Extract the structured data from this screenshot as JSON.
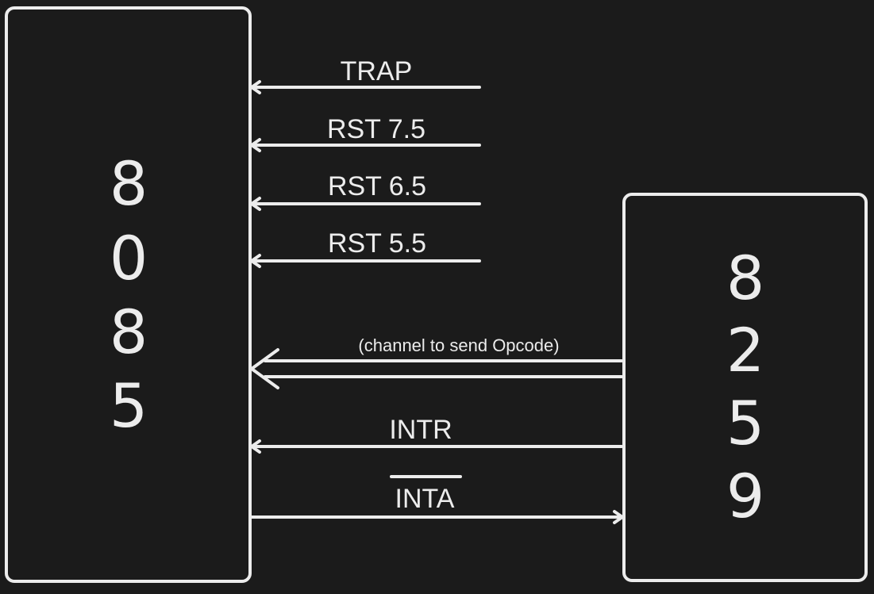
{
  "cpu": {
    "digits": [
      "8",
      "0",
      "8",
      "5"
    ]
  },
  "pic": {
    "digits": [
      "8",
      "2",
      "5",
      "9"
    ]
  },
  "signals": {
    "trap": "TRAP",
    "rst75": "RST 7.5",
    "rst65": "RST 6.5",
    "rst55": "RST 5.5",
    "opcode_channel": "(channel to send Opcode)",
    "intr": "INTR",
    "inta": "INTA"
  },
  "colors": {
    "background": "#1b1b1b",
    "stroke": "#ececec"
  }
}
